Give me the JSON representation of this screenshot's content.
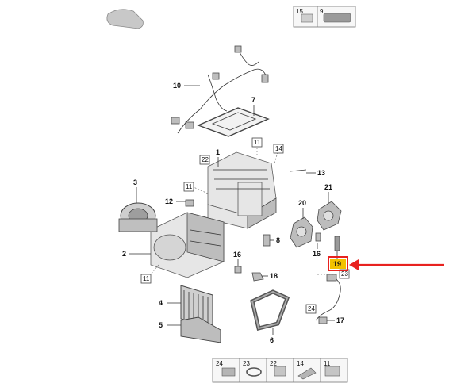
{
  "highlight": {
    "color": "#e8221f",
    "fill": "#f2c200"
  },
  "callouts": [
    {
      "label": "1"
    },
    {
      "label": "2"
    },
    {
      "label": "3"
    },
    {
      "label": "4"
    },
    {
      "label": "5"
    },
    {
      "label": "6"
    },
    {
      "label": "7"
    },
    {
      "label": "8"
    },
    {
      "label": "10"
    },
    {
      "label": "12"
    },
    {
      "label": "13"
    },
    {
      "label": "16"
    },
    {
      "label": "16"
    },
    {
      "label": "17"
    },
    {
      "label": "18"
    },
    {
      "label": "20"
    },
    {
      "label": "21"
    }
  ],
  "boxed_refs": [
    {
      "label": "11"
    },
    {
      "label": "14"
    },
    {
      "label": "22"
    },
    {
      "label": "11"
    },
    {
      "label": "11"
    },
    {
      "label": "23"
    },
    {
      "label": "24"
    }
  ],
  "selected_part": {
    "label": "19"
  },
  "top_kit": [
    {
      "label": "15"
    },
    {
      "label": "9"
    }
  ],
  "bottom_kit": [
    {
      "label": "24"
    },
    {
      "label": "23"
    },
    {
      "label": "22"
    },
    {
      "label": "14"
    },
    {
      "label": "11"
    }
  ]
}
